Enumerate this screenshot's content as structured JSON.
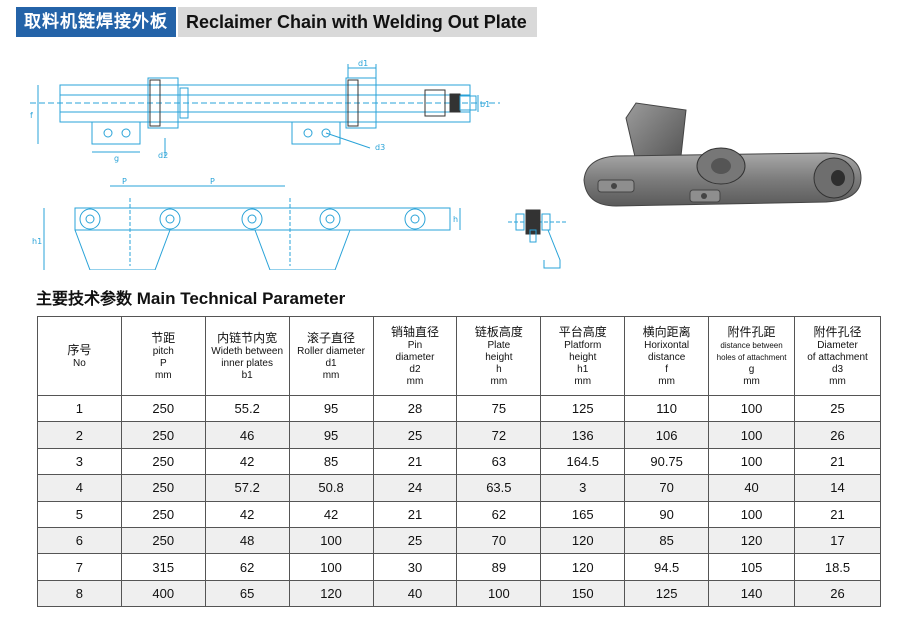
{
  "header": {
    "title_cn": "取料机链焊接外板",
    "title_en": "Reclaimer Chain with Welding Out Plate"
  },
  "drawing_labels": {
    "d1": "d1",
    "d2": "d2",
    "d3": "d3",
    "g": "g",
    "f": "f",
    "b1": "b1",
    "p": "P",
    "h": "h",
    "h1": "h1"
  },
  "section": {
    "title_cn": "主要技术参数",
    "title_en": "Main Technical Parameter"
  },
  "table": {
    "headers": [
      {
        "cn": "序号",
        "en": [
          "No"
        ]
      },
      {
        "cn": "节距",
        "en": [
          "pitch",
          "P",
          "mm"
        ]
      },
      {
        "cn": "内链节内宽",
        "en": [
          "Wideth between",
          "inner plates",
          "b1"
        ]
      },
      {
        "cn": "滚子直径",
        "en": [
          "Roller diameter",
          "d1",
          "mm"
        ]
      },
      {
        "cn": "销轴直径",
        "en": [
          "Pin",
          "diameter",
          "d2",
          "mm"
        ]
      },
      {
        "cn": "链板高度",
        "en": [
          "Plate",
          "height",
          "h",
          "mm"
        ]
      },
      {
        "cn": "平台高度",
        "en": [
          "Platform",
          "height",
          "h1",
          "mm"
        ]
      },
      {
        "cn": "横向距离",
        "en": [
          "Horixontal",
          "distance",
          "f",
          "mm"
        ]
      },
      {
        "cn": "附件孔距",
        "en": [
          "distance between",
          "holes of attachment",
          "g",
          "mm"
        ]
      },
      {
        "cn": "附件孔径",
        "en": [
          "Diameter",
          "of attachment",
          "d3",
          "mm"
        ]
      }
    ],
    "rows": [
      [
        "1",
        "250",
        "55.2",
        "95",
        "28",
        "75",
        "125",
        "110",
        "100",
        "25"
      ],
      [
        "2",
        "250",
        "46",
        "95",
        "25",
        "72",
        "136",
        "106",
        "100",
        "26"
      ],
      [
        "3",
        "250",
        "42",
        "85",
        "21",
        "63",
        "164.5",
        "90.75",
        "100",
        "21"
      ],
      [
        "4",
        "250",
        "57.2",
        "50.8",
        "24",
        "63.5",
        "3",
        "70",
        "40",
        "14"
      ],
      [
        "5",
        "250",
        "42",
        "42",
        "21",
        "62",
        "165",
        "90",
        "100",
        "21"
      ],
      [
        "6",
        "250",
        "48",
        "100",
        "25",
        "70",
        "120",
        "85",
        "120",
        "17"
      ],
      [
        "7",
        "315",
        "62",
        "100",
        "30",
        "89",
        "120",
        "94.5",
        "105",
        "18.5"
      ],
      [
        "8",
        "400",
        "65",
        "120",
        "40",
        "100",
        "150",
        "125",
        "140",
        "26"
      ]
    ]
  }
}
